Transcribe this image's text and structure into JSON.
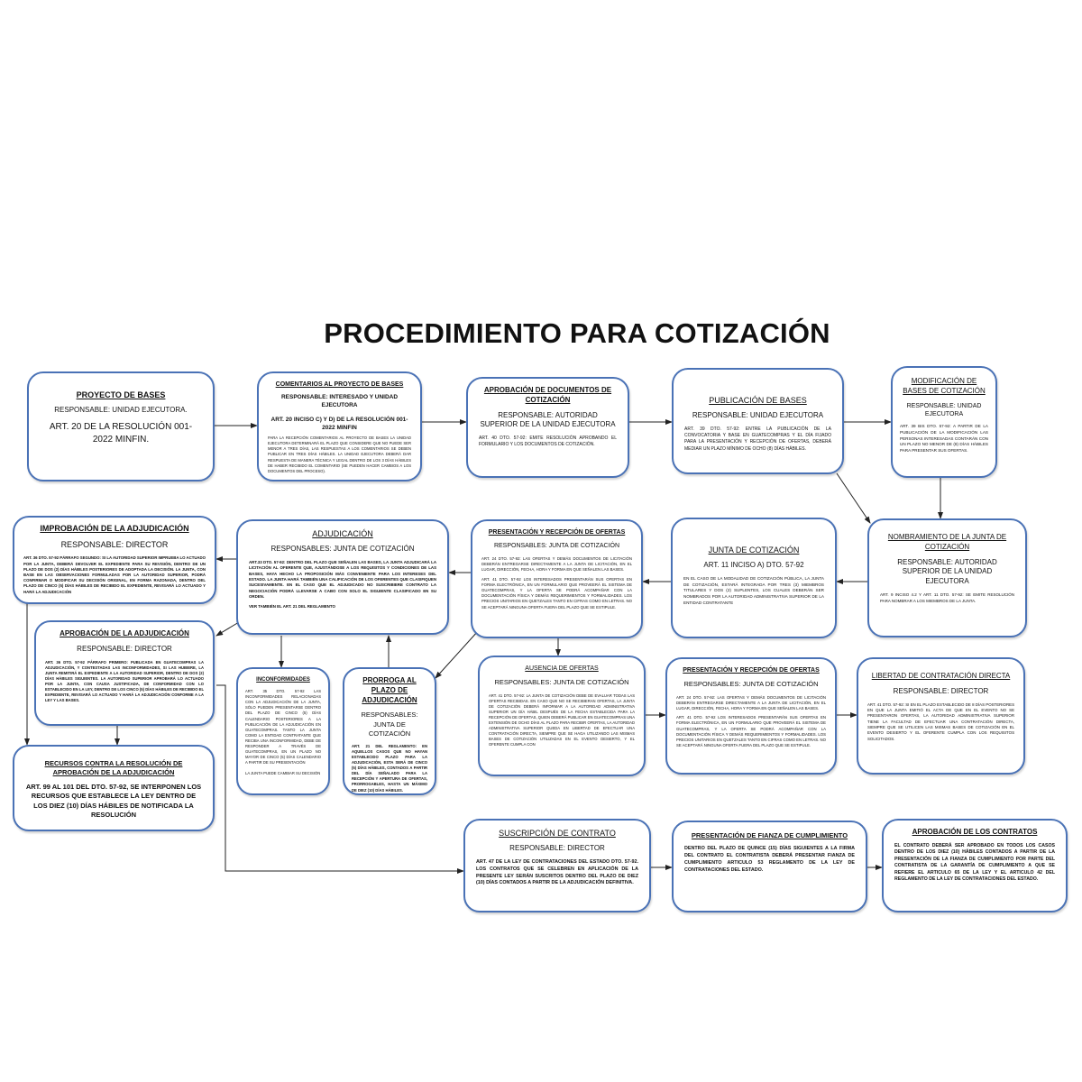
{
  "title": "PROCEDIMIENTO PARA COTIZACIÓN",
  "nodes": {
    "proyecto": {
      "title": "PROYECTO DE BASES",
      "resp": "RESPONSABLE: UNIDAD EJECUTORA.",
      "body": "ART. 20 DE LA RESOLUCIÓN 001-2022 MINFIN."
    },
    "comentarios": {
      "title": "COMENTARIOS AL PROYECTO DE BASES",
      "resp": "RESPONSABLE: INTERESADO Y UNIDAD EJECUTORA",
      "art": "ART. 20 INCISO C) Y D) DE LA RESOLUCIÓN 001-2022 MINFIN",
      "body": "PARA LA RECEPCIÓN COMENTARIOS AL PROYECTO DE BASES LA UNIDAD EJECUTORA DETERMINARÁ EL PLAZO QUE CONSIDERE QUE NO PUEDE SER MENOR A TRES DÍAS, LAS RESPUESTAS A LOS COMENTARIOS SE DEBEN PUBLICAR EN TRES DÍAS HÁBILES. LA UNIDAD EJECUTORA DEBERÁ DAR RESPUESTA DE MANERA TÉCNICA Y LEGAL DENTRO DE LOS 3 DÍAS HÁBILES DE HABER RECIBIDO EL COMENTARIO (SE PUEDEN HACER CAMBIOS A LOS DOCUMENTOS DEL PROCESO)."
    },
    "aprobacion_docs": {
      "title": "APROBACIÓN DE DOCUMENTOS DE COTIZACIÓN",
      "resp": "RESPONSABLE: AUTORIDAD SUPERIOR DE LA UNIDAD EJECUTORA",
      "body": "ART. 40 DTO. 57-92: EMITE RESOLUCIÓN APROBANDO EL FORMULARIO Y LOS DOCUMENTOS DE COTIZACIÓN."
    },
    "publicacion": {
      "title": "PUBLICACIÓN DE BASES",
      "resp": "RESPONSABLE: UNIDAD EJECUTORA",
      "body": "ART. 39 DTO. 57-92: ENTRE LA PUBLICACIÓN DE LA CONVOCATORIA Y BASE EN GUATECOMPRAS Y EL DÍA FIJADO PARA LA PRESENTACIÓN Y RECEPCIÓN DE OFERTAS, DEBERÁ MEDIAR UN PLAZO MÍNIMO DE OCHO (8) DÍAS HÁBILES."
    },
    "modificacion": {
      "title": "MODIFICACIÓN DE BASES DE COTIZACIÓN",
      "resp": "RESPONSABLE: UNIDAD EJECUTORA",
      "body": "ART. 39 BIS DTO. 57-92: A PARTIR DE LA PUBLICACIÓN DE LA MODIFICACIÓN LAS PERSONAS INTERESADAS CONTARÁN CON UN PLAZO NO MENOR DE (8) DÍAS HÁBILES PARA PRESENTAR SUS OFERTAS."
    },
    "nombramiento": {
      "title": "NOMBRAMIENTO DE LA JUNTA DE COTIZACIÓN",
      "resp": "RESPONSABLE: AUTORIDAD SUPERIOR DE LA UNIDAD EJECUTORA",
      "body": "ART. 9 INCISO 4.2 Y ART. 11 DTO. 57-92: SE EMITE RESOLUCIÓN PARA NOMBRAR A LOS MIEMBROS DE LA JUNTA."
    },
    "junta": {
      "title": "JUNTA DE COTIZACIÓN",
      "resp": "ART. 11 INCISO A) DTO. 57-92",
      "body": "EN EL CASO DE LA MODALIDAD DE COTIZACIÓN PÚBLICA, LA JUNTA DE COTIZACIÓN, ESTARÁ INTEGRADA POR TRES (3) MIEMBROS TITULARES Y DOS (2) SUPLENTES, LOS CUALES DEBERÁN SER NOMBRADOS POR LA AUTORIDAD ADMINISTRATIVA SUPERIOR DE LA ENTIDAD CONTRATANTE"
    },
    "presentacion1": {
      "title": "PRESENTACIÓN Y RECEPCIÓN DE OFERTAS",
      "resp": "RESPONSABLES: JUNTA DE COTIZACIÓN",
      "body1": "ART. 24 DTO. 57-92: LAS OFERTAS Y DEMÁS DOCUMENTOS DE LICITACIÓN DEBERÁN ENTREGARSE DIRECTAMENTE A LA JUNTA DE LICITACIÓN, EN EL LUGAR, DIRECCIÓN, FECHA, HORA Y FORMA EN QUE SEÑALEN LAS BASES.",
      "body2": "ART. 41 DTO. 57-92 LOS INTERESADOS PRESENTARÁN SUS OFERTAS EN FORMA ELECTRÓNICA, EN UN FORMULARIO QUE PROVEERÁ EL SISTEMA DE GUATECOMPRAS, Y LA OFERTA SE PODRÁ ACOMPAÑAR CON LA DOCUMENTACIÓN FÍSICA Y DEMÁS REQUERIMIENTOS Y FORMALIDADES. LOS PRECIOS UNITARIOS EN QUETZALES TANTO EN CIFRAS COMO EN LETRAS. NO SE ACEPTARÁ NINGUNA OFERTA FUERA DEL PLAZO QUE SE ESTIPULE."
    },
    "adjudicacion": {
      "title": "ADJUDICACIÓN",
      "resp": "RESPONSABLES: JUNTA DE COTIZACIÓN",
      "body": "ART.33 DTO. 57-92: DENTRO DEL PLAZO QUE SEÑALEN LAS BASES, LA JUNTA ADJUDICARÁ LA LICITACIÓN AL OFERENTE QUE, AJUSTÁNDOSE A LOS REQUISITOS Y CONDICIONES DE LAS BASES, HAYA HECHO LA PROPOSICIÓN MÁS CONVENIENTE PARA LOS INTERESES DEL ESTADO. LA JUNTA HARÁ TAMBIÉN UNA CALIFICACIÓN DE LOS OFERENTES QUE CLASIFIQUEN SUCESIVAMENTE. EN EL CASO QUE EL ADJUDICADO NO SUSCRIBIERE CONTRATO LA NEGOCIACIÓN PODRÁ LLEVARSE A CABO CON SOLO EL SIGUIENTE CLASIFICADO EN SU ORDEN.",
      "note": "VER TAMBIÉN EL ART. 21 DEL REGLAMENTO"
    },
    "improbacion": {
      "title": "IMPROBACIÓN DE LA ADJUDICACIÓN",
      "resp": "RESPONSABLE: DIRECTOR",
      "body": "ART. 36 DTO. 57-92 PÁRRAFO SEGUNDO: SI LA AUTORIDAD SUPERIOR IMPRUEBA LO ACTUADO POR LA JUNTA, DEBERÁ DEVOLVER EL EXPEDIENTE PARA SU REVISIÓN, DENTRO DE UN PLAZO DE DOS (2) DÍAS HÁBILES POSTERIORES DE ADOPTADA LA DECISIÓN. LA JUNTA, CON BASE EN LAS OBSERVACIONES FORMULADAS POR LA AUTORIDAD SUPERIOR, PODRÁ CONFIRMAR O MODIFICAR SU DECISIÓN ORIGINAL, EN FORMA RAZONADA, DENTRO DEL PLAZO DE CINCO (5) DÍAS HÁBILES DE RECIBIDO EL EXPEDIENTE, REVISARÁ LO ACTUADO Y HARÁ LA ADJUDICACIÓN"
    },
    "aprob_adj": {
      "title": "APROBACIÓN DE LA ADJUDICACIÓN",
      "resp": "RESPONSABLE: DIRECTOR",
      "body": "ART. 36 DTO. 57-92 PÁRRAFO PRIMERO: PUBLICADA EN GUATECOMPRAS LA ADJUDICACIÓN, Y CONTESTADAS LAS INCONFORMIDADES, SI LAS HUBIERE, LA JUNTA REMITIRÁ EL EXPEDIENTE A LA AUTORIDAD SUPERIOR, DENTRO DE DOS (2) DÍAS HÁBILES SIGUIENTES. LA AUTORIDAD SUPERIOR APROBARÁ LO ACTUADO POR LA JUNTA, CON CAUSA JUSTIFICADA, DE CONFORMIDAD CON LO ESTABLECIDO EN LA LEY, DENTRO DE LOS CINCO (5) DÍAS HÁBILES DE RECIBIDO EL EXPEDIENTE, REVISARÁ LO ACTUADO Y HARÁ LA ADJUDICACIÓN CONFORME A LA LEY Y LAS BASES."
    },
    "inconformidades": {
      "title": "INCONFORMIDADES",
      "body": "ART. 35 DTO. 57-92 LAS INCONFORMIDADES RELACIONADAS CON LA ADJUDICACIÓN DE LA JUNTA, SÓLO PUEDEN PRESENTARSE DENTRO DEL PLAZO DE CINCO (5) DÍAS CALENDARIO POSTERIORES A LA PUBLICACIÓN DE LA ADJUDICACIÓN EN GUATECOMPRAS. TANTO LA JUNTA COMO LA ENTIDAD CONTRATANTE QUE RECIBA UNA INCONFORMIDAD, DEBE DE RESPONDER A TRAVÉS DE GUATECOMPRAS, EN UN PLAZO NO MAYOR DE CINCO (5) DÍAS CALENDARIO A PARTIR DE SU PRESENTACIÓN",
      "note": "LA JUNTA PUEDE CAMBIAR SU DECISIÓN"
    },
    "prorroga": {
      "title": "PRORROGA AL PLAZO DE ADJUDICACIÓN",
      "resp": "RESPONSABLES: JUNTA DE COTIZACIÓN",
      "body": "ART. 21 DEL REGLAMENTO: EN AQUELLOS CASOS QUE NO HAYAN ESTABLECIDO PLAZO PARA LA ADJUDICACIÓN, ESTA SERÁ DE CINCO (5) DÍAS HÁBILES, CONTADOS A PARTIR DEL DÍA SEÑALADO PARA LA RECEPCIÓN Y APERTURA DE OFERTAS, PRORROGABLES, HASTA UN MÁXIMO DE DIEZ (10) DÍAS HÁBILES."
    },
    "recursos": {
      "title": "RECURSOS CONTRA LA RESOLUCIÓN DE APROBACIÓN DE LA ADJUDICACIÓN",
      "body": "ART. 99 AL 101 DEL DTO. 57-92, SE INTERPONEN LOS RECURSOS QUE ESTABLECE LA LEY DENTRO DE LOS DIEZ (10) DÍAS HÁBILES DE NOTIFICADA LA RESOLUCIÓN"
    },
    "ausencia": {
      "title": "AUSENCIA DE OFERTAS",
      "resp": "RESPONSABLES: JUNTA DE COTIZACIÓN",
      "body": "ART. 41 DTO. 57-92: LA JUNTA DE COTIZACIÓN DEBE DE EVALUAR TODAS LAS OFERTAS RECIBIDAS. EN CASO QUE NO SE RECIBIERAN OFERTAS, LA JUNTA DE COTIZACIÓN DEBERÁ INFORMAR A LA AUTORIDAD ADMINISTRATIVA SUPERIOR UN DÍA HÁBIL DESPUÉS DE LA FECHA ESTABLECIDA PARA LA RECEPCIÓN DE OFERTAS, QUIEN DEBERÁ PUBLICAR EN GUATECOMPRAS UNA EXTENSIÓN DE OCHO DÍAS AL PLAZO PARA RECIBIR OFERTAS, LA AUTORIDAD ADMINISTRATIVA SUPERIOR QUEDA EN LIBERTAD DE EFECTUAR UNA CONTRATACIÓN DIRECTA, SIEMPRE QUE SE HAGA UTILIZANDO LAS MISMAS BASES DE COTIZACIÓN UTILIZADAS EN EL EVENTO DESIERTO, Y EL OFERENTE CUMPLA CON"
    },
    "presentacion2": {
      "title": "PRESENTACIÓN Y RECEPCIÓN DE OFERTAS",
      "resp": "RESPONSABLES: JUNTA DE COTIZACIÓN",
      "body1": "ART. 24 DTO. 57-92: LAS OFERTAS Y DEMÁS DOCUMENTOS DE LICITACIÓN DEBERÁN ENTREGARSE DIRECTAMENTE A LA JUNTA DE LICITACIÓN, EN EL LUGAR, DIRECCIÓN, FECHA, HORA Y FORMA EN QUE SEÑALEN LAS BASES.",
      "body2": "ART. 41 DTO. 57-92 LOS INTERESADOS PRESENTARÁN SUS OFERTAS EN FORMA ELECTRÓNICA, EN UN FORMULARIO QUE PROVEERÁ EL SISTEMA DE GUATECOMPRAS, Y LA OFERTA SE PODRÁ ACOMPAÑAR CON LA DOCUMENTACIÓN FÍSICA Y DEMÁS REQUERIMIENTOS Y FORMALIDADES. LOS PRECIOS UNITARIOS EN QUETZALES TANTO EN CIFRAS COMO EN LETRAS. NO SE ACEPTARÁ NINGUNA OFERTA FUERA DEL PLAZO QUE SE ESTIPULE."
    },
    "libertad": {
      "title": "LIBERTAD DE CONTRATACIÓN DIRECTA",
      "resp": "RESPONSABLE: DIRECTOR",
      "body": "ART. 41 DTO. 57-92: SI EN EL PLAZO ESTABLECIDO DE 8 DÍAS POSTERIORES EN QUE LA JUNTA EMITIÓ EL ACTA DE QUE EN EL EVENTO NO SE PRESENTARON OFERTAS, LA AUTORIDAD ADMINISTRATIVA SUPERIOR TIENE LA FACULTAD DE EFECTUAR UNA CONTRATACIÓN DIRECTA, SIEMPRE QUE SE UTILICEN LAS MISMAS BASES DE COTIZACIÓN EN EL EVENTO DESIERTO Y EL OFERENTE CUMPLA CON LOS REQUISITOS SOLICITADOS."
    },
    "suscripcion": {
      "title": "SUSCRIPCIÓN DE CONTRATO",
      "resp": "RESPONSABLE: DIRECTOR",
      "body": "ART. 47 DE LA LEY DE CONTRATACIONES DEL ESTADO DTO. 57-92. LOS CONTRATOS QUE SE CELEBREN EN APLICACIÓN DE LA PRESENTE LEY SERÁN SUSCRITOS DENTRO DEL PLAZO DE DIEZ (10) DÍAS CONTADOS A PARTIR DE LA ADJUDICACIÓN DEFINITIVA."
    },
    "fianza": {
      "title": "PRESENTACIÓN DE FIANZA DE CUMPLIMIENTO",
      "body": "DENTRO DEL PLAZO DE QUINCE (15) DÍAS SIGUIENTES A LA FIRMA DEL CONTRATO EL CONTRATISTA DEBERÁ PRESENTAR FIANZA DE CUMPLIMIENTO ARTICULO 53 REGLAMENTO DE LA LEY DE CONTRATACIONES DEL ESTADO."
    },
    "aprob_contratos": {
      "title": "APROBACIÓN DE LOS CONTRATOS",
      "body": "EL CONTRATO DEBERÁ SER APROBADO EN TODOS LOS CASOS DENTRO DE LOS DIEZ (10) HÁBILES CONTADOS A PARTIR DE LA PRESENTACIÓN DE LA FIANZA DE CUMPLIMIENTO POR PARTE DEL CONTRATISTA DE LA GARANTÍA DE CUMPLIMIENTO A QUE SE REFIERE EL ARTICULO 65 DE LA LEY Y EL ARTICULO 42 DEL REGLAMENTO DE LA LEY DE CONTRATACIONES DEL ESTADO."
    }
  },
  "colors": {
    "border": "#4a72b6",
    "arrow": "#222222"
  }
}
